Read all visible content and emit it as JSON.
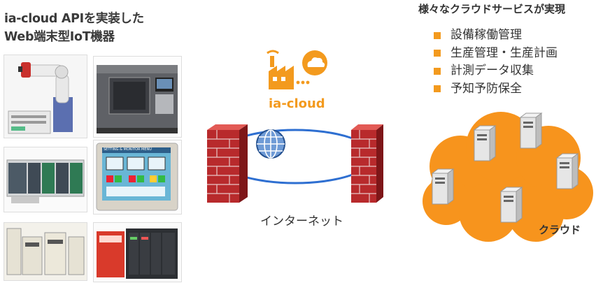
{
  "left": {
    "title_line1": "ia-cloud APIを実装した",
    "title_line2": "Web端末型IoT機器",
    "devices": [
      "robot-arm",
      "cnc-machine",
      "plc-rack",
      "hmi-panel",
      "plc-modules",
      "plc-red"
    ],
    "hmi_text": "SETTING & MONITOR MENU"
  },
  "center": {
    "logo_text": "ia-cloud",
    "internet_label": "インターネット"
  },
  "right": {
    "title": "様々なクラウドサービスが実現",
    "services": [
      "設備稼働管理",
      "生産管理・生産計画",
      "計測データ収集",
      "予知予防保全"
    ],
    "cloud_label": "クラウド"
  },
  "colors": {
    "accent": "#f39a1e",
    "cloud": "#f7941d",
    "network": "#2e6fd1",
    "brick": "#c0282c"
  }
}
